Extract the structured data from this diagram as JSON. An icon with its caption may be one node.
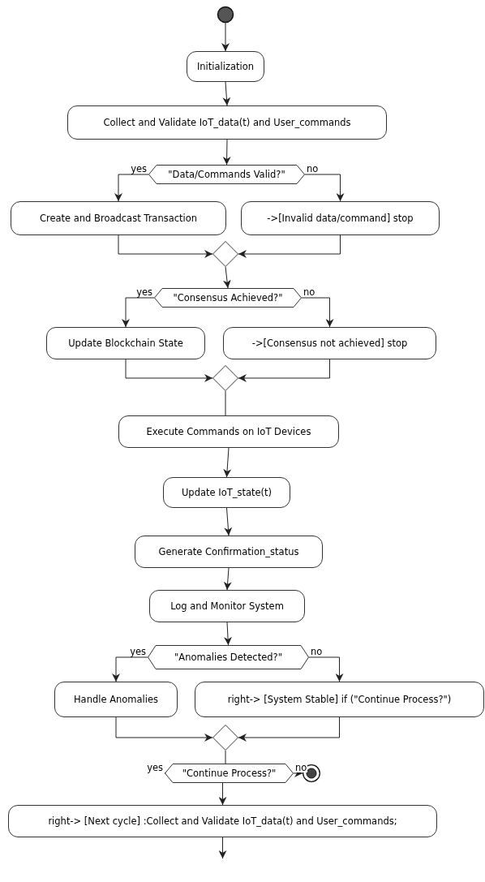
{
  "diagram": {
    "nodes": [
      {
        "text": [],
        "shape": "circle"
      },
      {
        "text": [
          "Initialization"
        ]
      },
      {
        "text": [
          "Collect and Validate IoT_data(t) and User_commands"
        ]
      },
      {
        "text": [
          "\"Data/Commands Valid?\""
        ]
      },
      {
        "text": [
          "Create and Broadcast Transaction"
        ]
      },
      {
        "text": [
          "->[Invalid data/command] stop"
        ]
      },
      {
        "text": [],
        "shape": "diamond"
      },
      {
        "text": [
          "\"Consensus Achieved?\""
        ]
      },
      {
        "text": [
          "Update Blockchain State"
        ]
      },
      {
        "text": [
          "->[Consensus not achieved] stop"
        ]
      },
      {
        "text": [],
        "shape": "diamond"
      },
      {
        "text": [
          "Execute Commands on IoT Devices"
        ]
      },
      {
        "text": [
          "Update IoT_state(t)"
        ]
      },
      {
        "text": [
          "Generate Confirmation_status"
        ]
      },
      {
        "text": [
          "Log and Monitor System"
        ]
      },
      {
        "text": [
          "\"Anomalies Detected?\""
        ]
      },
      {
        "text": [
          "Handle Anomalies"
        ]
      },
      {
        "text": [
          "right-> [System Stable] if (\"Continue Process?\")"
        ]
      },
      {
        "text": [],
        "shape": "diamond"
      },
      {
        "text": [
          "\"Continue Process?\""
        ]
      },
      {
        "text": [],
        "shape": "circle"
      },
      {
        "text": [
          "right-> [Next cycle] :Collect and Validate IoT_data(t) and User_commands;"
        ]
      }
    ],
    "edges": [
      {
        "from": 0,
        "to": 1,
        "arrow": "to"
      },
      {
        "from": 1,
        "to": 2,
        "arrow": "to"
      },
      {
        "from": 2,
        "to": 3,
        "arrow": "to"
      },
      {
        "from": 3,
        "to": 4,
        "arrow": "to",
        "label": "yes"
      },
      {
        "from": 3,
        "to": 5,
        "arrow": "to",
        "label": "no"
      },
      {
        "from": 4,
        "to": 6,
        "arrow": "to"
      },
      {
        "from": 5,
        "to": 6,
        "arrow": "to"
      },
      {
        "from": 6,
        "to": 7,
        "arrow": "to"
      },
      {
        "from": 7,
        "to": 8,
        "arrow": "to",
        "label": "yes"
      },
      {
        "from": 7,
        "to": 9,
        "arrow": "to",
        "label": "no"
      },
      {
        "from": 8,
        "to": 10,
        "arrow": "to"
      },
      {
        "from": 9,
        "to": 10,
        "arrow": "to"
      },
      {
        "from": 10,
        "to": 11,
        "arrow": "to"
      },
      {
        "from": 11,
        "to": 12,
        "arrow": "to"
      },
      {
        "from": 12,
        "to": 13,
        "arrow": "to"
      },
      {
        "from": 13,
        "to": 14,
        "arrow": "to"
      },
      {
        "from": 14,
        "to": 15,
        "arrow": "to"
      },
      {
        "from": 15,
        "to": 16,
        "arrow": "to",
        "label": "yes"
      },
      {
        "from": 15,
        "to": 17,
        "arrow": "to",
        "label": "no"
      },
      {
        "from": 16,
        "to": 18,
        "arrow": "to"
      },
      {
        "from": 17,
        "to": 18,
        "arrow": "to"
      },
      {
        "from": 18,
        "to": 19,
        "arrow": "to"
      },
      {
        "from": 19,
        "to": 20,
        "arrow": "to",
        "label": "no"
      },
      {
        "from": 19,
        "to": 21,
        "arrow": "to",
        "label": "yes"
      },
      {
        "from": 21,
        "to": null,
        "arrow": "to"
      }
    ]
  }
}
